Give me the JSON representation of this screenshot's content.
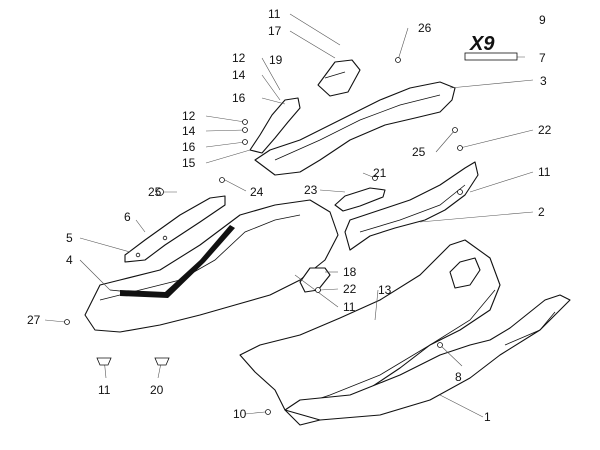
{
  "callouts": [
    "11",
    "17",
    "26",
    "9",
    "7",
    "12",
    "14",
    "19",
    "3",
    "16",
    "12",
    "14",
    "16",
    "15",
    "22",
    "25",
    "11",
    "21",
    "23",
    "2",
    "25",
    "24",
    "6",
    "5",
    "4",
    "18",
    "22",
    "11",
    "13",
    "27",
    "11",
    "20",
    "8",
    "10",
    "1"
  ],
  "logo": {
    "text": "X9",
    "icon": "x9-logo-badge"
  }
}
